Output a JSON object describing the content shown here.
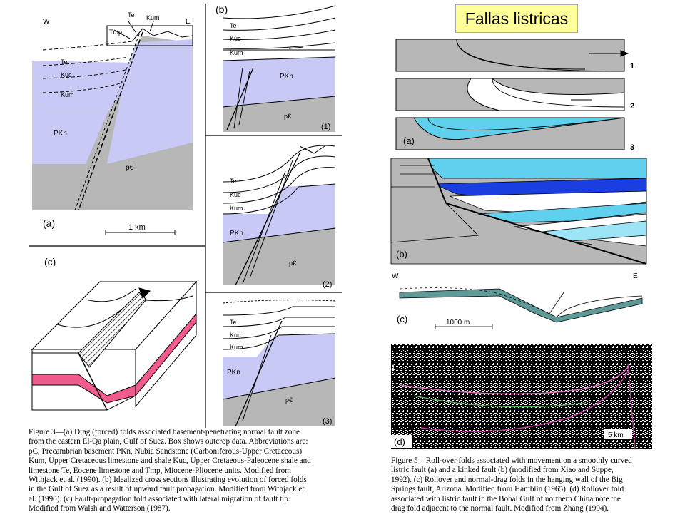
{
  "slide": {
    "title": "Fallas listricas"
  },
  "fig3": {
    "a": {
      "panel": "(a)",
      "w": "W",
      "e": "E",
      "te": "Te",
      "kum_top": "Kum",
      "tmp": "Tmp",
      "te2": "Te",
      "kuc": "Kuc",
      "kum": "Kum",
      "pkn": "PKn",
      "pc": "p€",
      "scale": "1 km"
    },
    "b": {
      "panel": "(b)",
      "s1": {
        "te": "Te",
        "kuc": "Kuc",
        "kum": "Kum",
        "pkn": "PKn",
        "pc": "p€",
        "num": "(1)"
      },
      "s2": {
        "te": "Te",
        "kuc": "Kuc",
        "kum": "Kum",
        "pkn": "PKn",
        "pc": "p€",
        "num": "(2)"
      },
      "s3": {
        "te": "Te",
        "kuc": "Kuc",
        "kum": "Kum",
        "pkn": "PKn",
        "pc": "p€",
        "num": "(3)"
      }
    },
    "c": {
      "panel": "(c)"
    },
    "caption": "Figure 3—(a) Drag (forced) folds associated basement-penetrating normal fault zone\nfrom the eastern El-Qa plain, Gulf of Suez. Box shows outcrop data. Abbreviations are:\npC, Precambrian basement PKn, Nubia Sandstone (Carboniferous-Upper Cretaceous)\nKum, Upper Cretaceous limestone and shale Kuc, Upper Cretaeous-Paleocene shale and\nlimestone Te, Eocene limestone and Tmp, Miocene-Pliocene units. Modified from\nWithjack et al. (1990). (b) Idealized cross sections illustrating evolution of forced folds\nin the Gulf of Suez as a result of upward fault propagation. Modified from Withjack et\nal. (1990). (c) Fault-propagation fold associated with lateral migration of fault tip.\nModified from Walsh and Watterson (1987)."
  },
  "fig5": {
    "a": {
      "panel": "(a)",
      "n1": "1",
      "n2": "2",
      "n3": "3"
    },
    "b": {
      "panel": "(b)"
    },
    "c": {
      "panel": "(c)",
      "w": "W",
      "e": "E",
      "scale": "1000 m"
    },
    "d": {
      "panel": "(d)",
      "t1": "1",
      "scale": "5 km"
    },
    "caption": "Figure 5—Roll-over folds associated with movement on a smoothly curved\nlistric fault (a) and a kinked fault (b) (modified from Xiao and Suppe,\n1992). (c) Rollover and normal-drag folds in the hanging wall of the Big\nSprings fault, Arizona. Modified from Hamblin (1965). (d) Rollover fold\nassociated with listric fault in the Bohai Gulf of northern China note the\ndrag fold adjacent to the normal fault. Modified from Zhang (1994)."
  },
  "colors": {
    "gray": "#b7b7b7",
    "lavender": "#c9c9f6",
    "cyan": "#5fd0ee",
    "blue": "#1a3fe0",
    "teal": "#5f9a98",
    "pink": "#ef5b8d",
    "lightblue": "#9ee4f7"
  }
}
